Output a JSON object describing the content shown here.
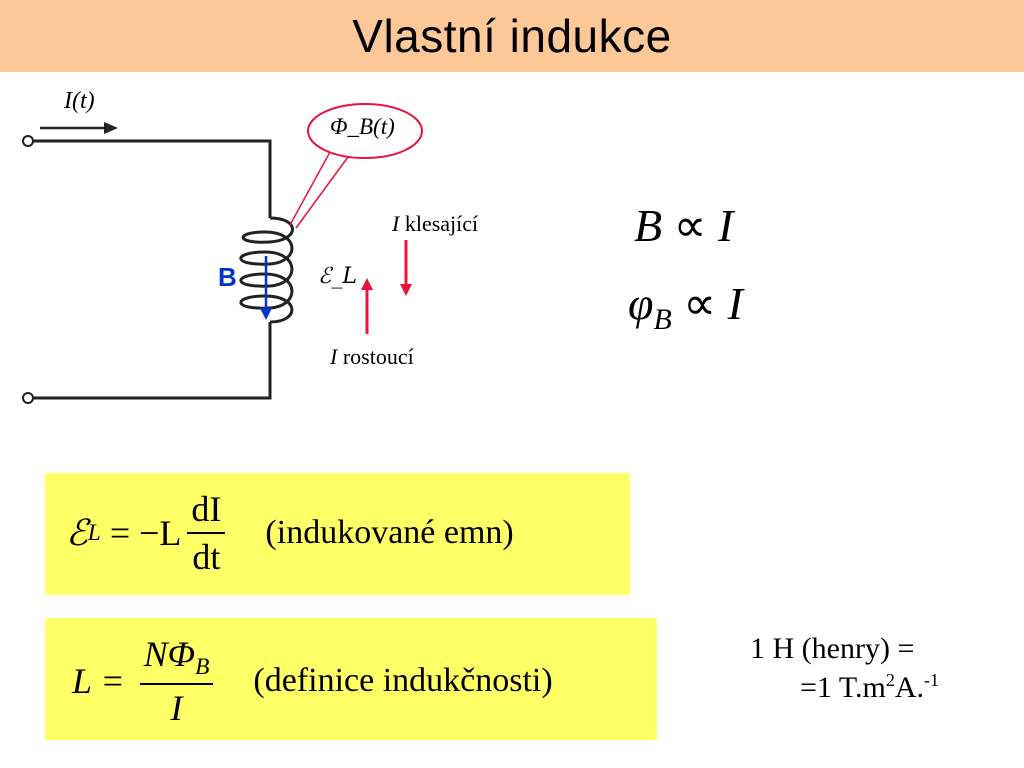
{
  "title": "Vlastní indukce",
  "diagram": {
    "current_label": "I(t)",
    "flux_label": "Φ_B(t)",
    "emf_label": "ℰ_L",
    "b_label": "B",
    "decreasing_I": "I",
    "decreasing_text": "klesající",
    "increasing_I": "I",
    "increasing_text": "rostoucí"
  },
  "proportionality": {
    "line1_left": "B",
    "line1_symbol": "∝",
    "line1_right": "I",
    "line2_phi": "φ",
    "line2_sub": "B",
    "line2_symbol": "∝",
    "line2_right": "I"
  },
  "equation1": {
    "lhs": "ℰ",
    "lhs_sub": "L",
    "equals": " = −L",
    "num": "dI",
    "den": "dt",
    "note": "(indukované emn)"
  },
  "equation2": {
    "lhs": "L = ",
    "num": "NΦ",
    "num_sub": "B",
    "den": "I",
    "note": "(definice indukčnosti)"
  },
  "henry": {
    "line1": "1 H (henry) =",
    "line2_a": "=1 T.m",
    "line2_sup1": "2",
    "line2_b": "A.",
    "line2_sup2": "-1"
  },
  "colors": {
    "title_bg": "#fcc898",
    "box_bg": "#ffff66",
    "red": "#e8143c",
    "blue": "#0033cc"
  }
}
